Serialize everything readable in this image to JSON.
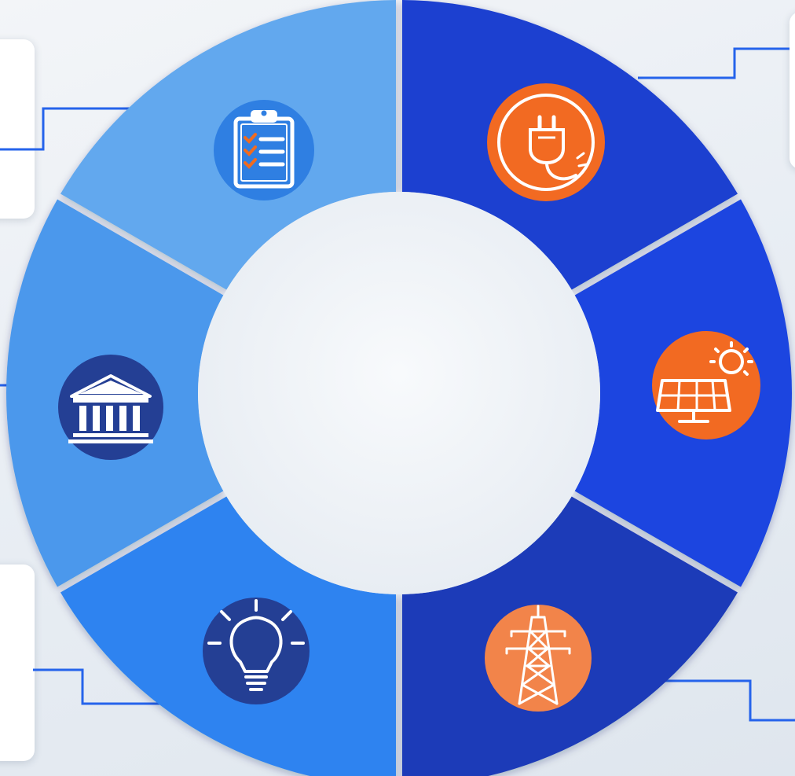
{
  "diagram": {
    "type": "ring",
    "segment_count": 6,
    "segments": [
      {
        "id": "top-left",
        "icon": "clipboard-checklist-icon",
        "fill": "#62a8ee",
        "icon_bg": "#2f7fe2",
        "icon_fg": "#ffffff",
        "accent": "#f06b1f"
      },
      {
        "id": "left",
        "icon": "bank-building-icon",
        "fill": "#4c98ec",
        "icon_bg": "#243f94",
        "icon_fg": "#ffffff"
      },
      {
        "id": "bottom-left",
        "icon": "lightbulb-icon",
        "fill": "#2f83f0",
        "icon_bg": "#243f94",
        "icon_fg": "#ffffff"
      },
      {
        "id": "top-right",
        "icon": "electric-plug-icon",
        "fill": "#1a3fd0",
        "icon_bg": "#f26a22",
        "icon_fg": "#ffffff"
      },
      {
        "id": "right",
        "icon": "solar-panel-icon",
        "fill": "#1b44e0",
        "icon_bg": "#f26a22",
        "icon_fg": "#ffffff"
      },
      {
        "id": "bottom-right",
        "icon": "power-tower-icon",
        "fill": "#1e3ab8",
        "icon_bg": "#f2844a",
        "icon_fg": "#ffffff"
      }
    ],
    "connector_color": "#2563eb",
    "center_color": "#f3f6f9"
  }
}
